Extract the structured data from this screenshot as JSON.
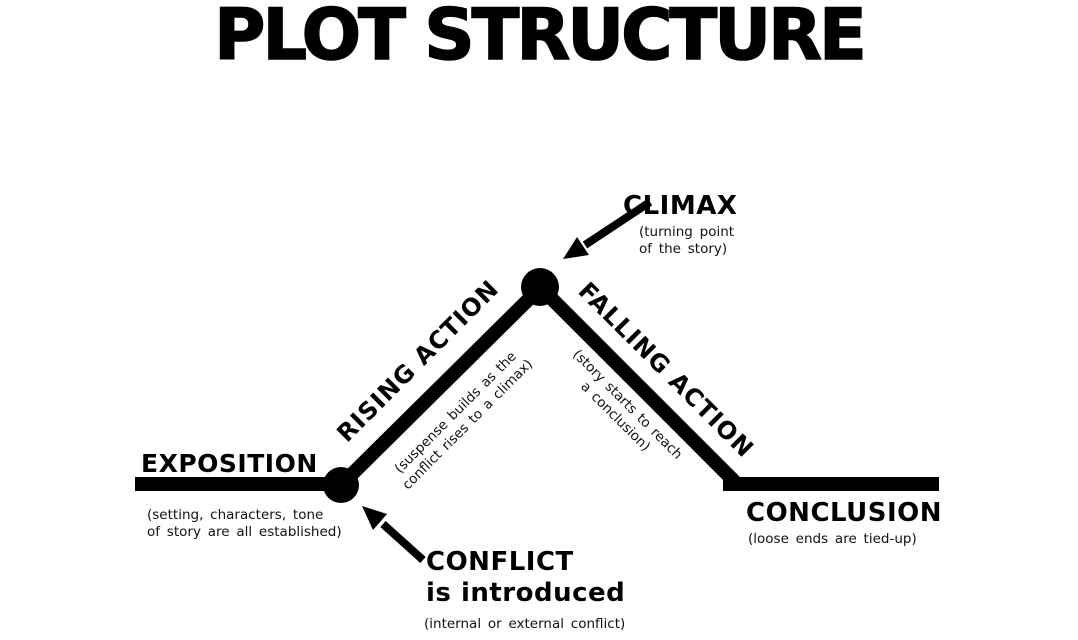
{
  "title": "PLOT STRUCTURE",
  "colors": {
    "ink": "#000000",
    "paper": "#ffffff"
  },
  "stages": {
    "exposition": {
      "label": "EXPOSITION",
      "desc_line1": "(setting, characters, tone",
      "desc_line2": "of story are all established)"
    },
    "conflict": {
      "label": "CONFLICT",
      "sublabel": "is introduced",
      "desc_line1": "(internal or external conflict)"
    },
    "rising_action": {
      "label": "RISING ACTION",
      "desc_line1": "(suspense builds as the",
      "desc_line2": "conflict rises to a climax)"
    },
    "climax": {
      "label": "CLIMAX",
      "desc_line1": "(turning point",
      "desc_line2": "of the story)"
    },
    "falling_action": {
      "label": "FALLING ACTION",
      "desc_line1": "(story starts to reach",
      "desc_line2": "a conclusion)"
    },
    "conclusion": {
      "label": "CONCLUSION",
      "desc_line1": "(loose ends are tied-up)"
    }
  }
}
